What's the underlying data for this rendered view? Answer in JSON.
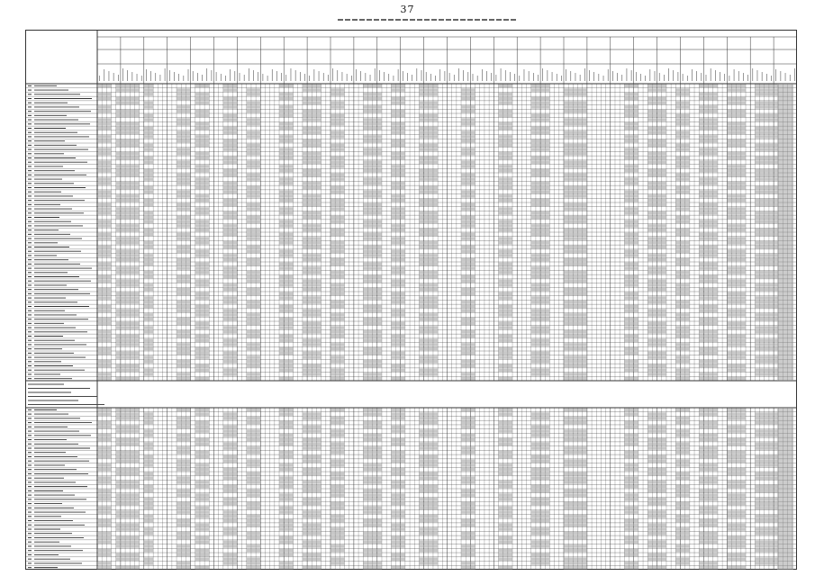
{
  "page": {
    "number": "37"
  },
  "table": {
    "columns": 150,
    "top_block_rows": 70,
    "bottom_block_rows": 38,
    "section_note_lines": 6,
    "header_tiers": 3,
    "line_color": "#333333",
    "shade_color": "#9a9a9a"
  }
}
